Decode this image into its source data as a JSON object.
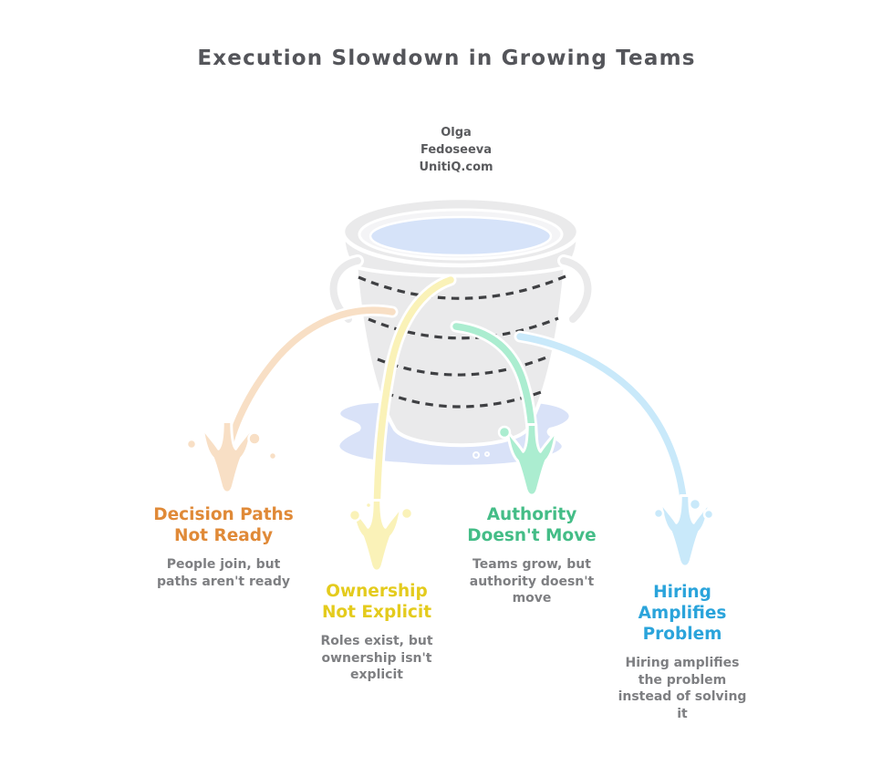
{
  "title": "Execution Slowdown in Growing Teams",
  "attribution": "Olga\nFedoseeva\nUnitiQ.com",
  "colors": {
    "title_text": "#54555A",
    "attribution_text": "#595A5D",
    "description_text": "#7E7F82",
    "bucket_body": "#EAEAEB",
    "bucket_inner_ring": "#F4F4F6",
    "bucket_outline": "#FFFFFF",
    "water": "#D6E3F9",
    "puddle": "#D9E2F8",
    "dash": "#3F4043"
  },
  "leaks": [
    {
      "id": "decision-paths",
      "heading": "Decision Paths\nNot Ready",
      "description": "People join, but\npaths aren't ready",
      "heading_color": "#E08A38",
      "stream_color": "#F8DFC5"
    },
    {
      "id": "ownership",
      "heading": "Ownership\nNot Explicit",
      "description": "Roles exist, but\nownership isn't\nexplicit",
      "heading_color": "#E4CB1D",
      "stream_color": "#FAF2B8"
    },
    {
      "id": "authority",
      "heading": "Authority\nDoesn't Move",
      "description": "Teams grow, but\nauthority doesn't\nmove",
      "heading_color": "#44BD87",
      "stream_color": "#ABEDD0"
    },
    {
      "id": "hiring",
      "heading": "Hiring\nAmplifies\nProblem",
      "description": "Hiring amplifies\nthe problem\ninstead of solving\nit",
      "heading_color": "#2BA4DB",
      "stream_color": "#C9E9FA"
    }
  ]
}
